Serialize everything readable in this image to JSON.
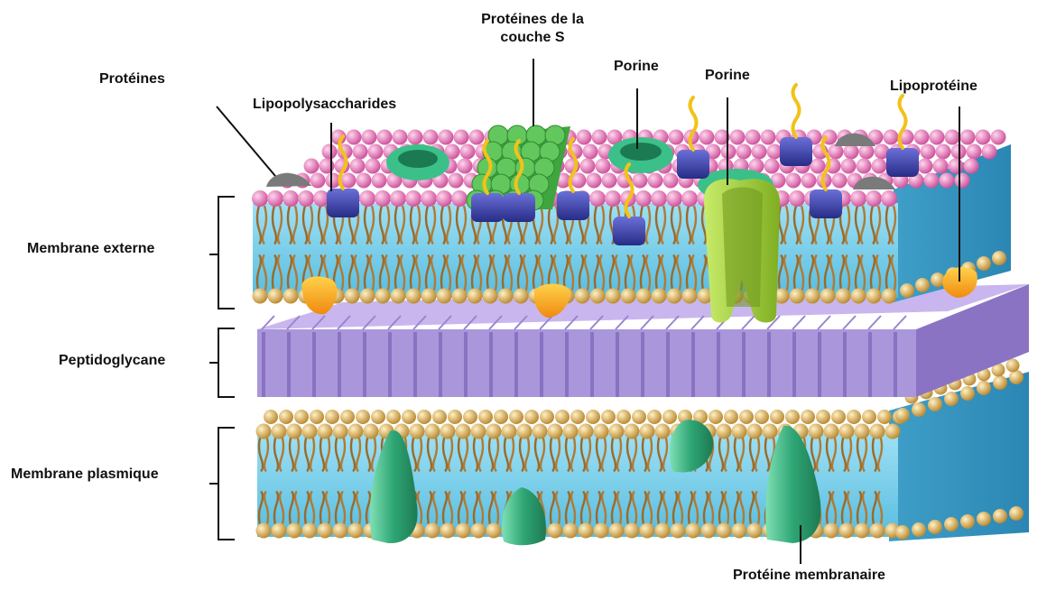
{
  "labels": {
    "proteines": "Protéines",
    "lipopolysaccharides": "Lipopolysaccharides",
    "couche_s_line1": "Protéines de la",
    "couche_s_line2": "couche S",
    "porine_1": "Porine",
    "porine_2": "Porine",
    "lipoproteine": "Lipoprotéine",
    "membrane_externe": "Membrane externe",
    "peptidoglycane": "Peptidoglycane",
    "membrane_plasmique": "Membrane plasmique",
    "proteine_membranaire": "Protéine membranaire"
  },
  "colors": {
    "lipid_head": "#c79a3c",
    "lipid_tail": "#9a6a2a",
    "membrane_core": "#7fd0ea",
    "lps_head": "#e27ab8",
    "peptidoglycan": "#b49be0",
    "s_layer": "#4fb84f",
    "porin_green": "#9acd32",
    "transmembrane_protein": "#2e9e6a",
    "lps_protein": "#3a3f9e",
    "lipoprotein": "#f0a020",
    "surface_protein": "#777777"
  }
}
